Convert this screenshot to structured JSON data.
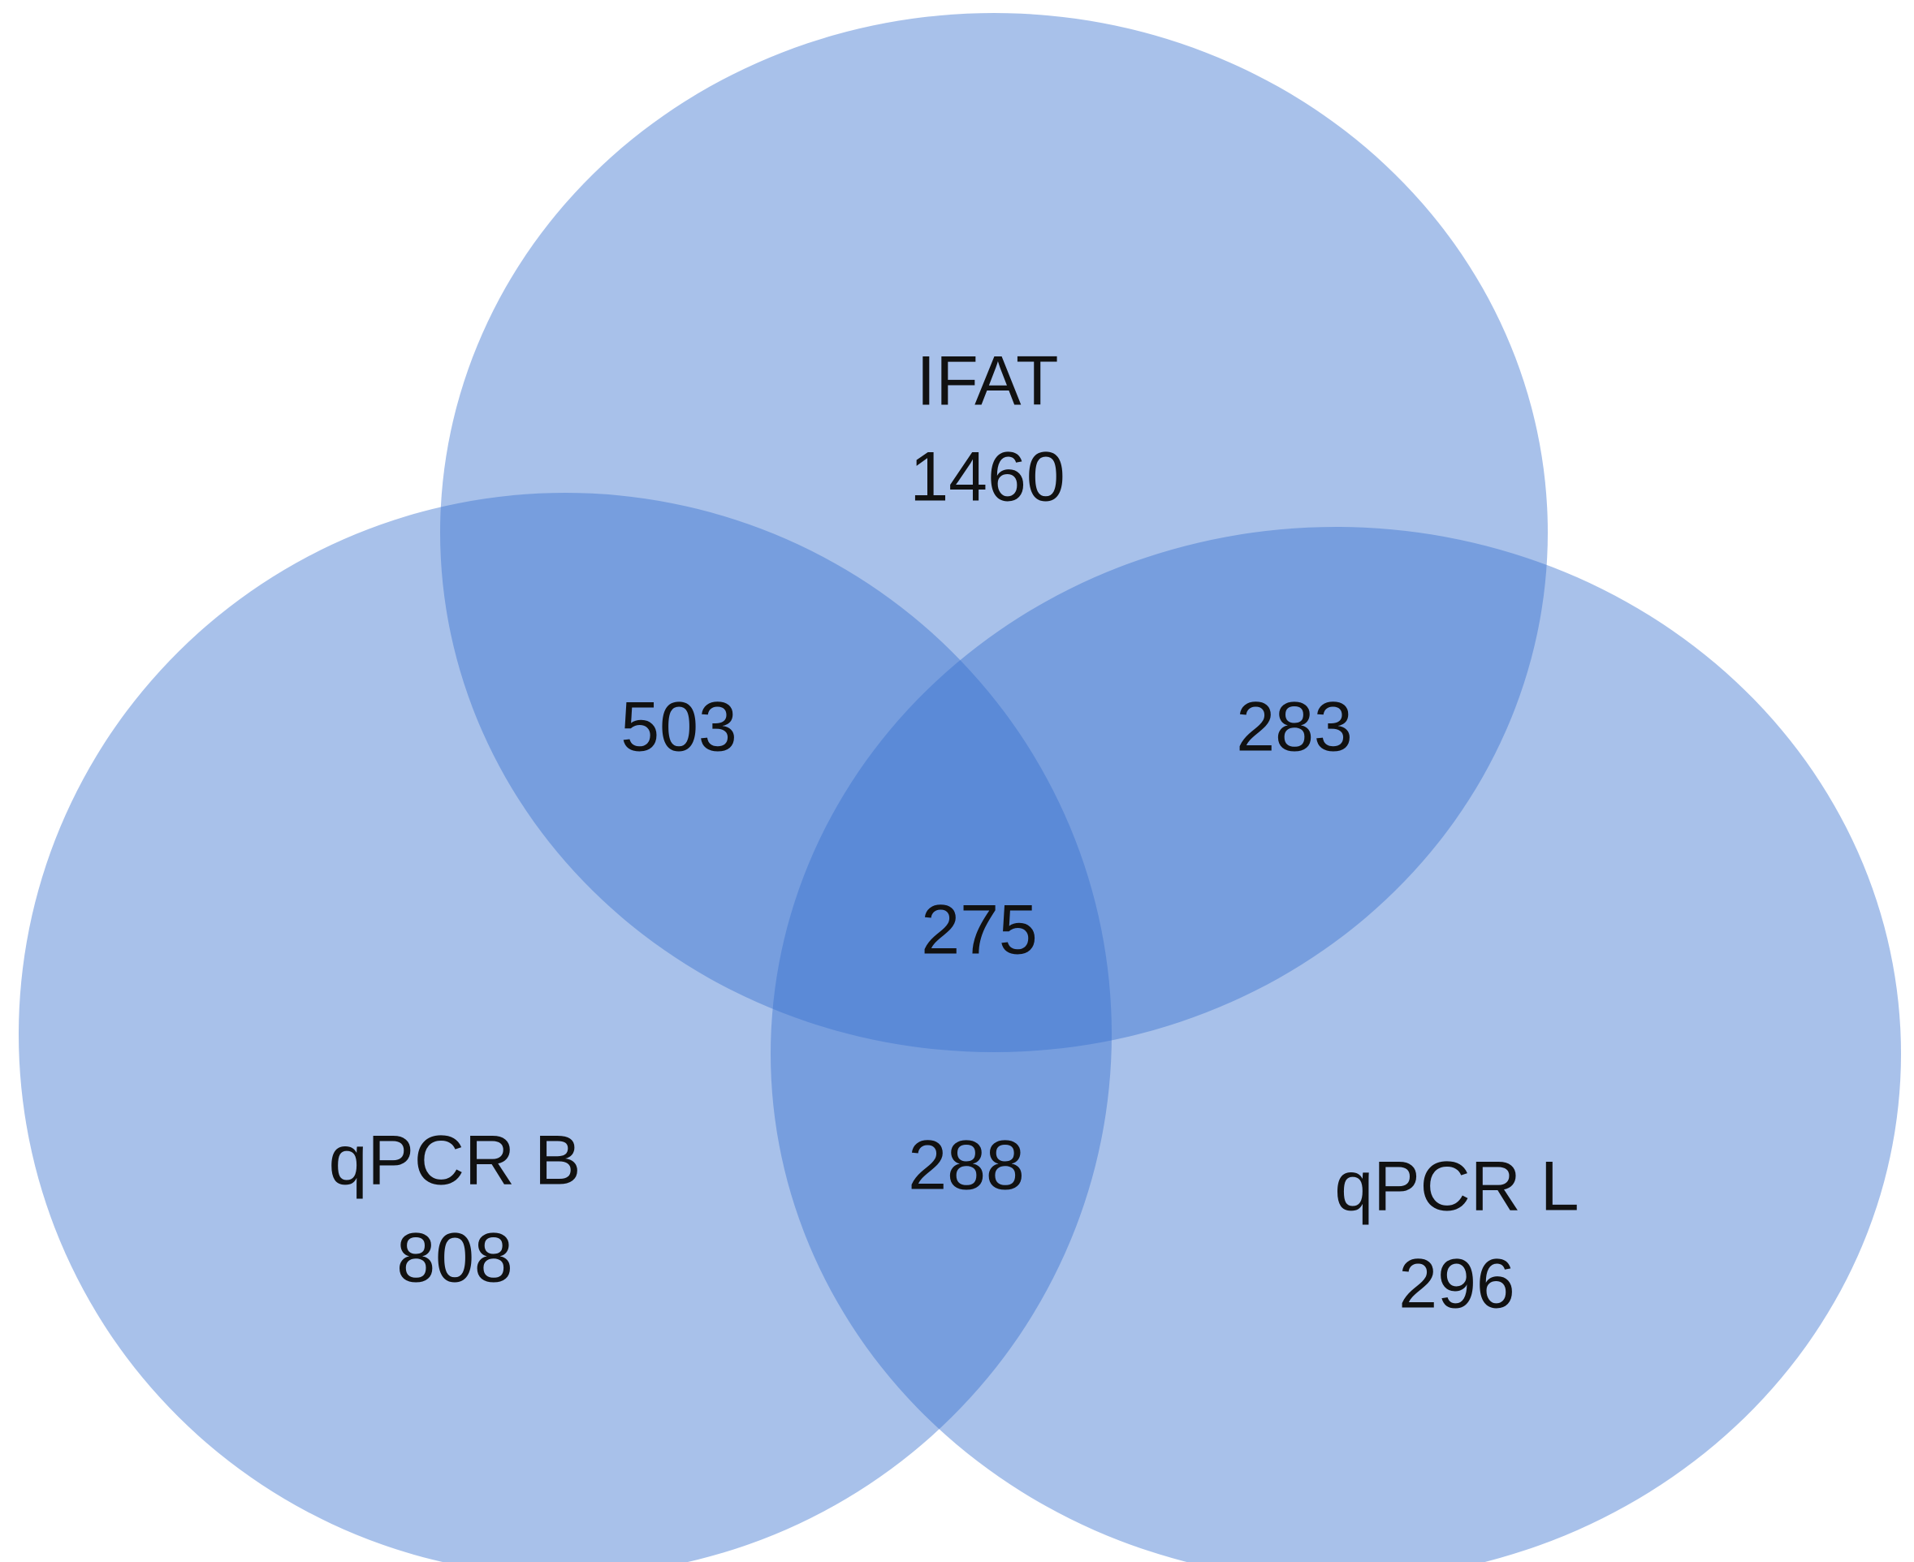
{
  "colors": {
    "background": "#ffffff",
    "circle_fill": "#3a72cf",
    "circle_opacity": 0.44,
    "text": "#111111"
  },
  "sets": [
    {
      "id": "ifat",
      "name": "IFAT",
      "value": "1460"
    },
    {
      "id": "qpcr-b",
      "name": "qPCR B",
      "value": "808"
    },
    {
      "id": "qpcr-l",
      "name": "qPCR L",
      "value": "296"
    }
  ],
  "intersections": {
    "ifat_qpcr_b": "503",
    "ifat_qpcr_l": "283",
    "qpcr_b_qpcr_l": "288",
    "all_three": "275"
  }
}
